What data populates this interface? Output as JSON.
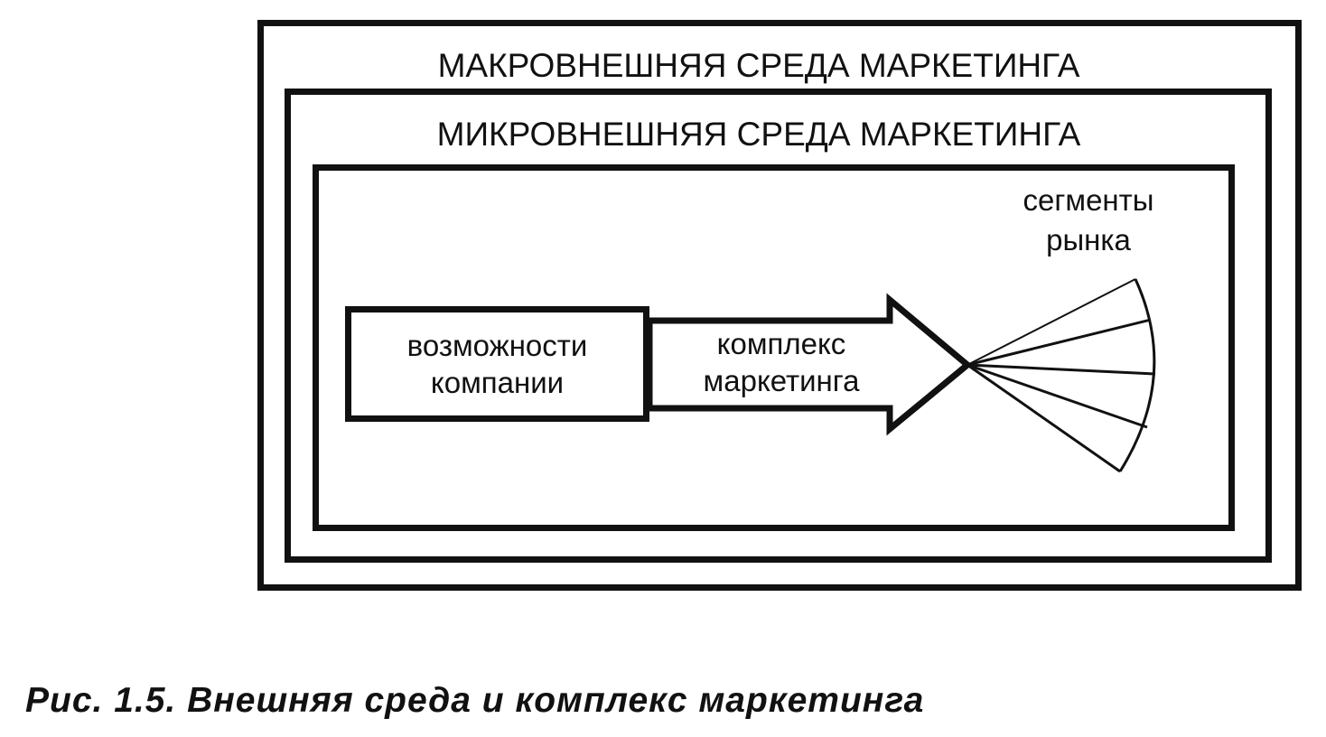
{
  "diagram": {
    "macro_environment_label": "МАКРОВНЕШНЯЯ СРЕДА МАРКЕТИНГА",
    "micro_environment_label": "МИКРОВНЕШНЯЯ СРЕДА МАРКЕТИНГА",
    "company_capabilities_label": "возможности\nкомпании",
    "marketing_mix_label": "комплекс\nмаркетинга",
    "market_segments_label": "сегменты\nрынка"
  },
  "caption": "Рис. 1.5. Внешняя среда и комплекс маркетинга"
}
